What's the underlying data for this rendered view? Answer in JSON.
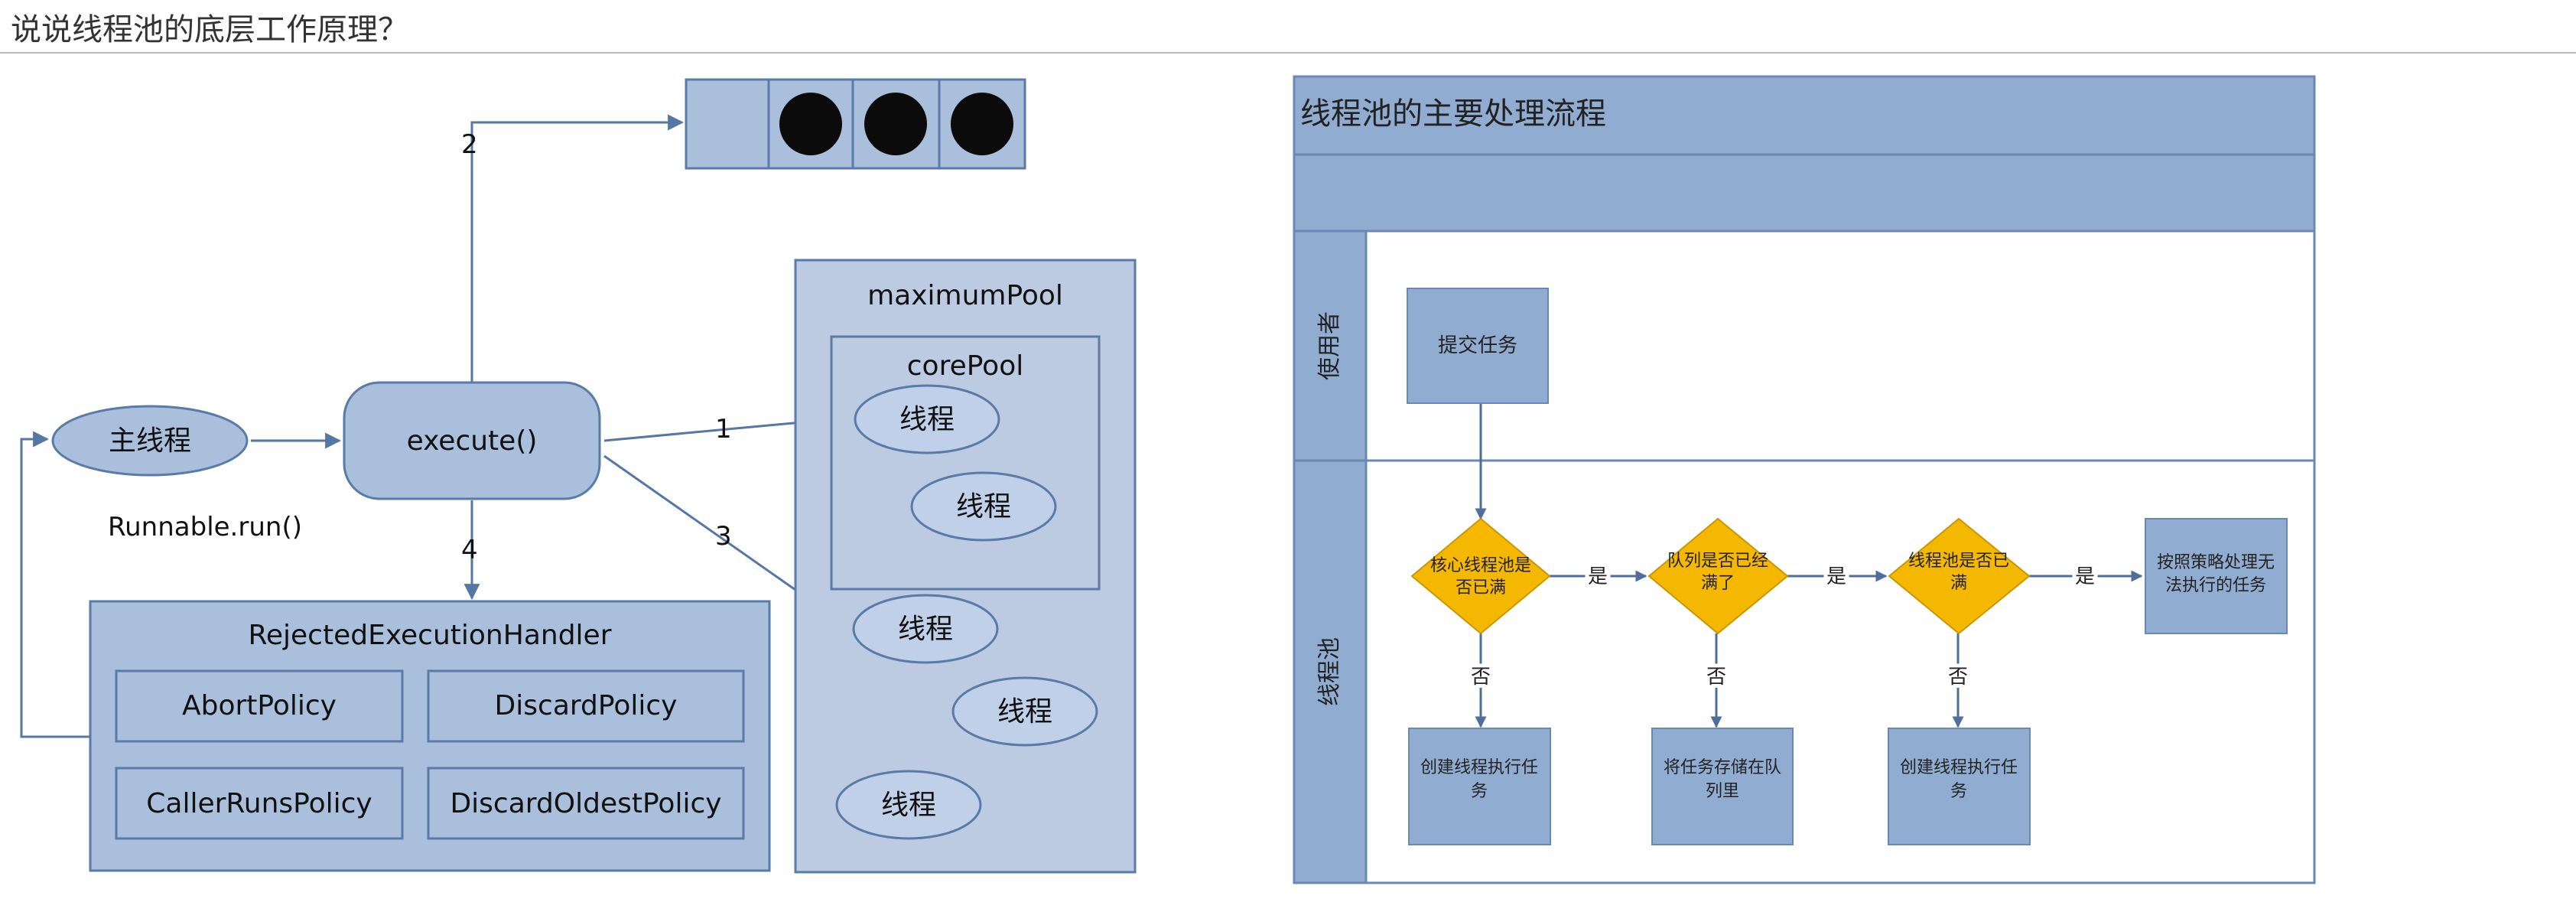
{
  "page_title": "说说线程池的底层工作原理？",
  "colors": {
    "box_fill": "#a9bfdc",
    "box_stroke": "#5a7aa8",
    "pool_fill": "#bccbe2",
    "ellipse_fill": "#bfd0e8",
    "diamond_fill": "#f5b800",
    "swimlane_header": "#90acd0",
    "connector": "#5677a6"
  },
  "left_diagram": {
    "main_thread": "主线程",
    "runnable": "Runnable.run()",
    "execute": "execute()",
    "step1": "1",
    "step2": "2",
    "step3": "3",
    "step4": "4",
    "maximum_pool": "maximumPool",
    "core_pool": "corePool",
    "core_threads": [
      "线程",
      "线程"
    ],
    "extra_threads": [
      "线程",
      "线程",
      "线程"
    ],
    "handler_title": "RejectedExecutionHandler",
    "policies": [
      "AbortPolicy",
      "DiscardPolicy",
      "CallerRunsPolicy",
      "DiscardOldestPolicy"
    ],
    "queue_items": 3
  },
  "right_diagram": {
    "title": "线程池的主要处理流程",
    "lane_user": "使用者",
    "lane_pool": "线程池",
    "submit": "提交任务",
    "decision1": [
      "核心线程池是",
      "否已满"
    ],
    "decision2": [
      "队列是否已经",
      "满了"
    ],
    "decision3": [
      "线程池是否已",
      "满"
    ],
    "reject": [
      "按照策略处理无",
      "法执行的任务"
    ],
    "action1": [
      "创建线程执行任",
      "务"
    ],
    "action2": [
      "将任务存储在队",
      "列里"
    ],
    "action3": [
      "创建线程执行任",
      "务"
    ],
    "yes": "是",
    "no": "否"
  }
}
